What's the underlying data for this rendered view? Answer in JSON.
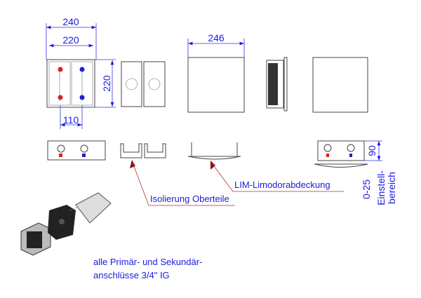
{
  "dimensions": {
    "width_outer": "240",
    "width_inner": "220",
    "height": "220",
    "spacing": "110",
    "cover_width": "246",
    "depth": "90",
    "adjust_range": "0-25",
    "adjust_label_1": "Einstell-",
    "adjust_label_2": "bereich"
  },
  "labels": {
    "insulation": "Isolierung Oberteile",
    "cover": "LIM-Limodorabdeckung",
    "note_line1": "alle Primär- und Sekundär-",
    "note_line2": "anschlüsse 3/4\" IG"
  },
  "colors": {
    "dimension": "#1a1adf",
    "leader": "#b03030",
    "hot": "#e02020",
    "cold": "#2020d0"
  }
}
